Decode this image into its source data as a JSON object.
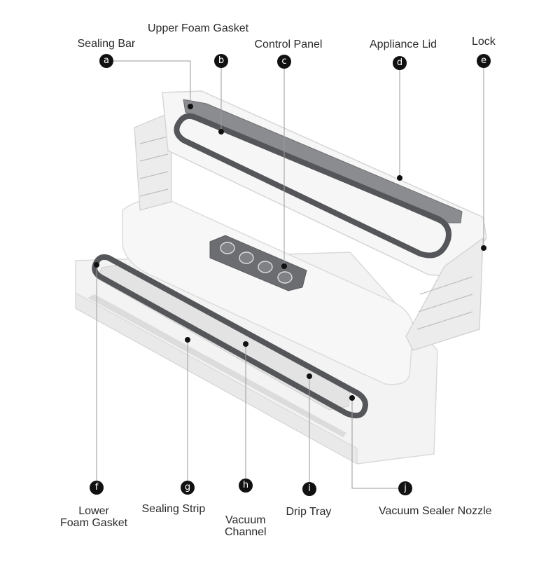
{
  "colors": {
    "appliance_body": "#f4f4f4",
    "appliance_edge": "#d8d8d8",
    "gasket": "#55565a",
    "panel": "#6b6d70",
    "leader": "#9a9a9a",
    "marker": "#111111"
  },
  "parts": [
    {
      "letter": "a",
      "label": "Sealing Bar"
    },
    {
      "letter": "b",
      "label": "Upper Foam Gasket"
    },
    {
      "letter": "c",
      "label": "Control Panel"
    },
    {
      "letter": "d",
      "label": "Appliance Lid"
    },
    {
      "letter": "e",
      "label": "Lock"
    },
    {
      "letter": "f",
      "label_lines": [
        "Lower",
        "Foam Gasket"
      ]
    },
    {
      "letter": "g",
      "label": "Sealing Strip"
    },
    {
      "letter": "h",
      "label_lines": [
        "Vacuum",
        "Channel"
      ]
    },
    {
      "letter": "i",
      "label": "Drip Tray"
    },
    {
      "letter": "j",
      "label": "Vacuum Sealer Nozzle"
    }
  ]
}
